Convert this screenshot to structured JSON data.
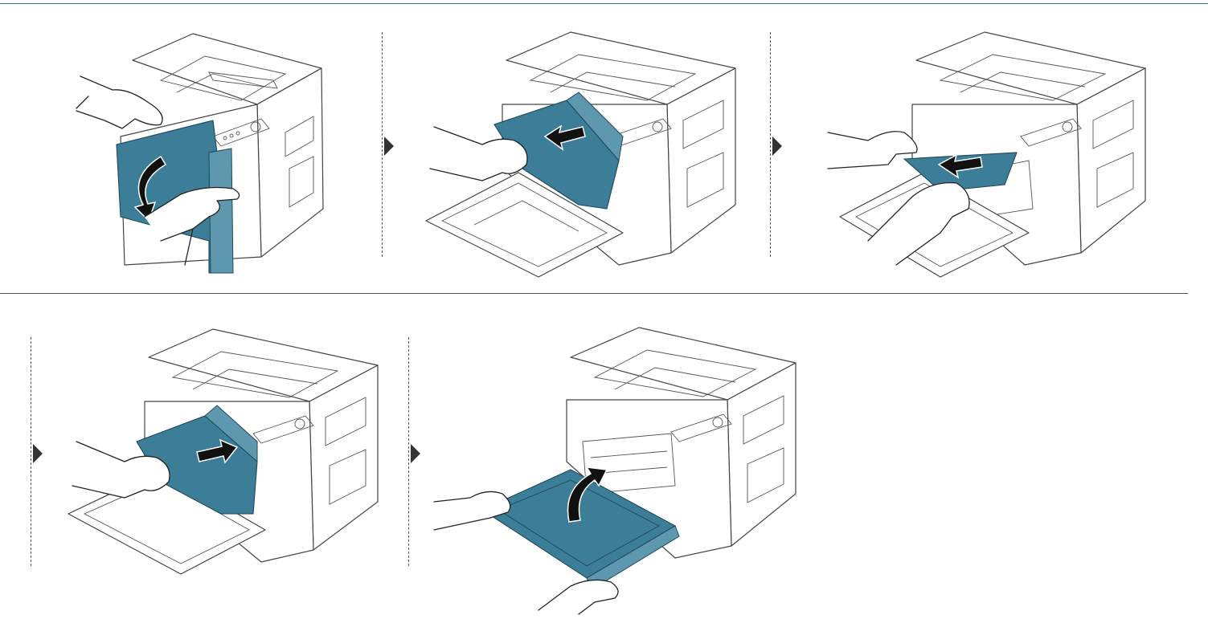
{
  "diagram": {
    "steps": [
      {
        "id": 1,
        "action": "open-front-cover",
        "icons": [
          "printer",
          "hand",
          "curved-down-arrow"
        ]
      },
      {
        "id": 2,
        "action": "remove-toner-cartridge",
        "icons": [
          "printer",
          "hand",
          "toner-cartridge",
          "arrow-left"
        ]
      },
      {
        "id": 3,
        "action": "remove-jammed-paper",
        "icons": [
          "printer",
          "hand",
          "jammed-paper",
          "arrow-left"
        ]
      },
      {
        "id": 4,
        "action": "insert-toner-cartridge",
        "icons": [
          "printer",
          "hand",
          "toner-cartridge",
          "arrow-right"
        ]
      },
      {
        "id": 5,
        "action": "close-front-cover",
        "icons": [
          "printer",
          "hand",
          "curved-up-arrow"
        ]
      }
    ],
    "colors": {
      "highlight": "#3c7e98",
      "line": "#444444",
      "rule": "#3f6f8a"
    }
  }
}
